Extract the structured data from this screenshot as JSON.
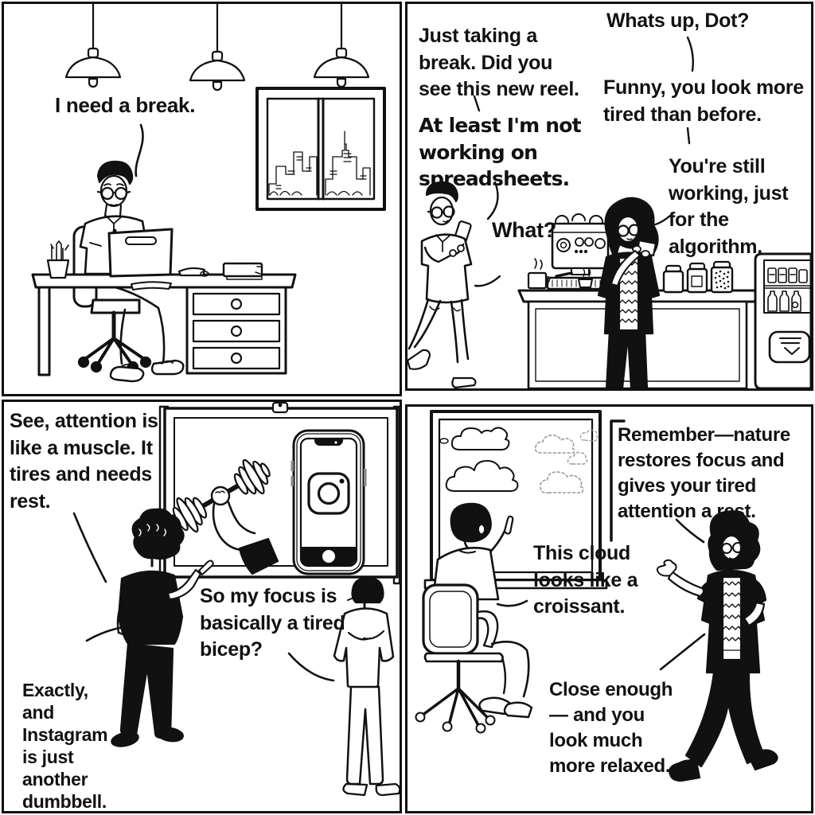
{
  "comic": {
    "colors": {
      "ink": "#111111",
      "paper": "#ffffff"
    },
    "panel1": {
      "bubble_need_break": "I need a break."
    },
    "panel2": {
      "bubble_taking_break": "Just taking a\nbreak. Did you\nsee this new reel.",
      "bubble_spreadsheets": "At least I'm not\nworking on\nspreadsheets.",
      "bubble_what": "What?",
      "bubble_whats_up": "Whats up, Dot?",
      "bubble_funny": "Funny, you look more\ntired than before.",
      "bubble_algorithm": "You're still\nworking, just\nfor the\nalgorithm."
    },
    "panel3": {
      "bubble_attention_muscle": "See, attention is\nlike a muscle. It\ntires and needs\nrest.",
      "bubble_tired_bicep": "So my focus is\nbasically a tired\nbicep?",
      "bubble_dumbbell": "Exactly,\nand\nInstagram\nis just\nanother\ndumbbell."
    },
    "panel4": {
      "bubble_nature": "Remember—nature\nrestores focus and\ngives your tired\nattention a rest.",
      "bubble_croissant": "This cloud\nlooks like a\ncroissant.",
      "bubble_close_enough": "Close enough\n— and you\nlook much\nmore relaxed."
    }
  }
}
